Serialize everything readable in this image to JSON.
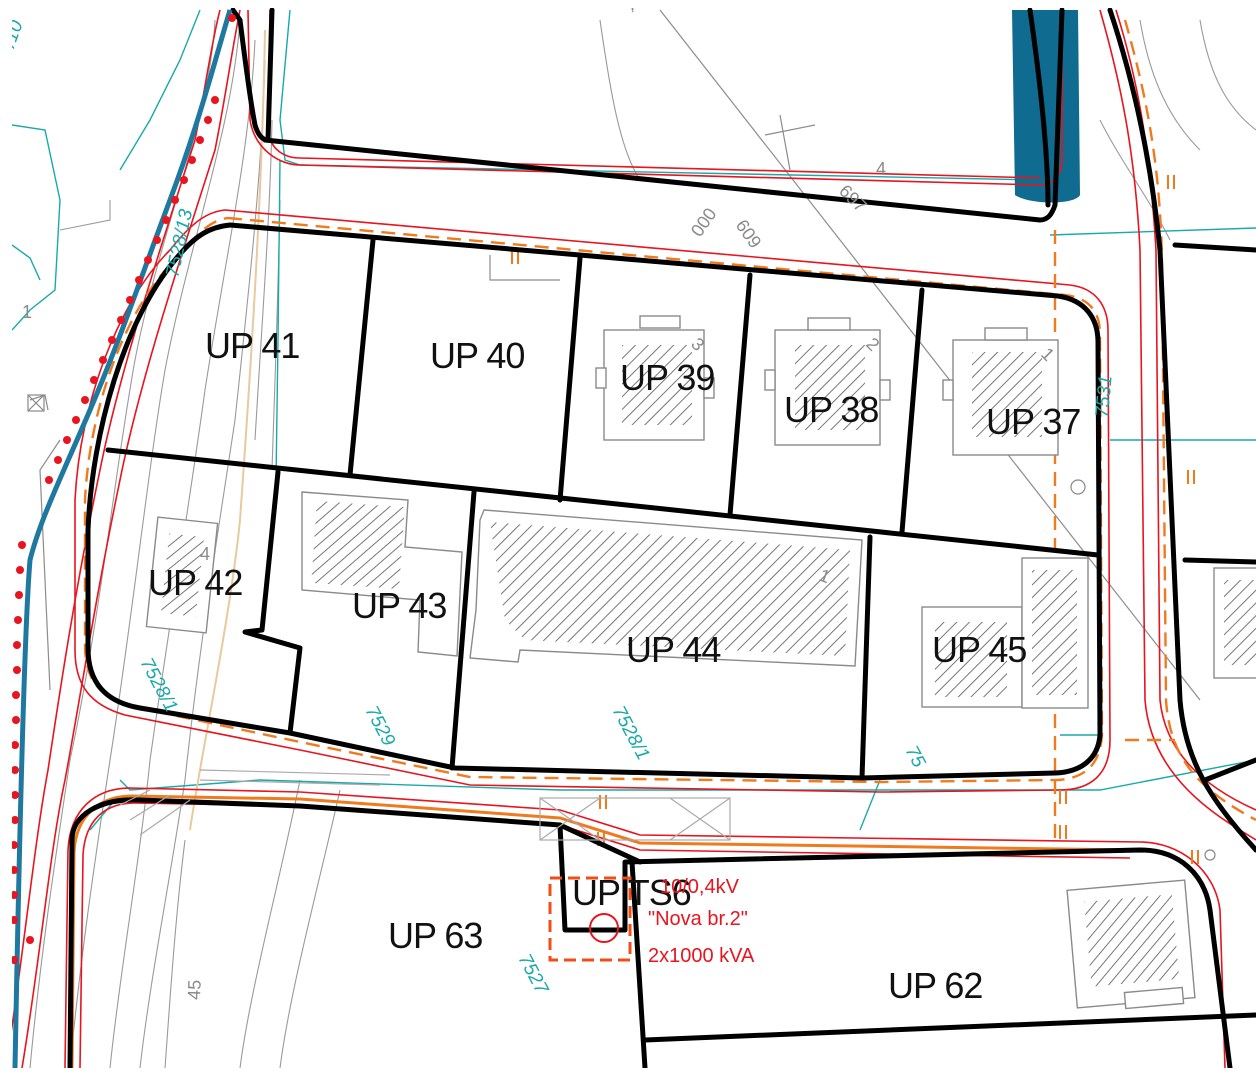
{
  "map": {
    "parcels": [
      {
        "id": "up41",
        "label": "UP 41"
      },
      {
        "id": "up40",
        "label": "UP 40"
      },
      {
        "id": "up39",
        "label": "UP 39"
      },
      {
        "id": "up38",
        "label": "UP 38"
      },
      {
        "id": "up37",
        "label": "UP 37"
      },
      {
        "id": "up42",
        "label": "UP 42"
      },
      {
        "id": "up43",
        "label": "UP 43"
      },
      {
        "id": "up44",
        "label": "UP 44"
      },
      {
        "id": "up45",
        "label": "UP 45"
      },
      {
        "id": "up63",
        "label": "UP 63"
      },
      {
        "id": "up62",
        "label": "UP 62"
      },
      {
        "id": "up-ts6",
        "label": "UP TS6"
      }
    ],
    "substation": {
      "line1": "10/0,4kV",
      "line2": "\"Nova br.2\"",
      "line3": "2x1000 kVA"
    },
    "cadastral": {
      "c1": "/10",
      "c2": "7528/13",
      "c3": "7528/1",
      "c4": "7529",
      "c5": "7528/1",
      "c6": "75",
      "c7": "7527",
      "c8": "7531"
    },
    "annotations": {
      "a1": "1",
      "a2": "45",
      "a3": "4",
      "a4": "697",
      "a5": "000",
      "a6": "609",
      "a7": "3",
      "a8": "2",
      "a9": "1",
      "a10": "1",
      "a11": "4",
      "a12": ","
    },
    "colors": {
      "boundary": "#000000",
      "road_edge": "#e8141e",
      "utility_dashed": "#f07a1e",
      "cadastral": "#1aa9a9",
      "water_main": "#1f78a0",
      "hydrant_dots": "#e8141e",
      "building_hatch": "#555555",
      "water_body": "#0f6b8f"
    }
  }
}
